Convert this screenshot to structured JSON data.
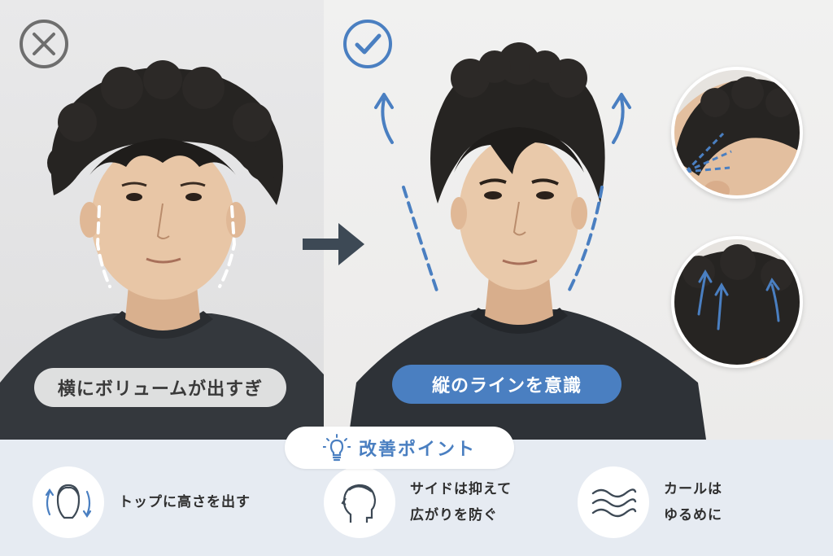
{
  "before": {
    "caption": "横にボリュームが出すぎ",
    "status_icon": "cross-circle-icon"
  },
  "after": {
    "caption": "縦のラインを意識",
    "status_icon": "check-circle-icon"
  },
  "tips": {
    "title": "改善ポイント",
    "items": [
      {
        "line1": "トップに高さを出す",
        "line2": "",
        "icon": "head-rotate-icon"
      },
      {
        "line1": "サイドは抑えて",
        "line2": "広がりを防ぐ",
        "icon": "profile-head-icon"
      },
      {
        "line1": "カールは",
        "line2": "ゆるめに",
        "icon": "waves-icon"
      }
    ]
  },
  "colors": {
    "accent": "#4a7fc1",
    "neutral_gray": "#6e6e6e",
    "hair": "#262422",
    "skin": "#e6c4a4",
    "shirt": "#2e3237"
  }
}
